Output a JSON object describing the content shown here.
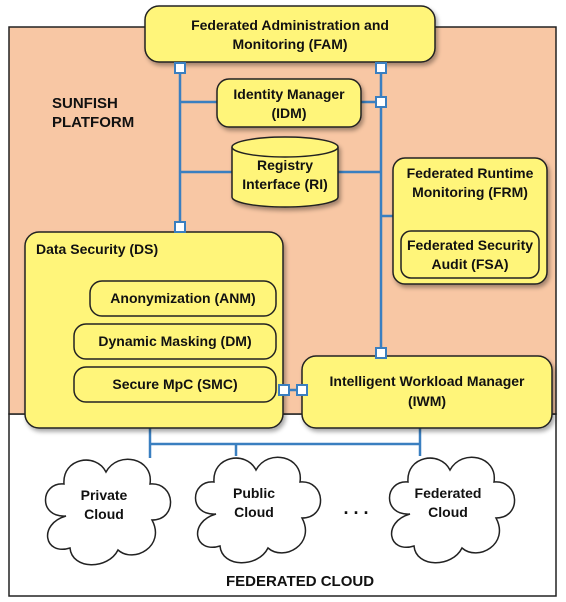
{
  "platform_label": {
    "line1": "SUNFISH",
    "line2": "PLATFORM"
  },
  "federated_cloud_label": "FEDERATED CLOUD",
  "fam": {
    "line1": "Federated Administration and",
    "line2": "Monitoring (FAM)"
  },
  "idm": {
    "line1": "Identity Manager",
    "line2": "(IDM)"
  },
  "ri": {
    "line1": "Registry",
    "line2": "Interface (RI)"
  },
  "frm": {
    "line1": "Federated Runtime",
    "line2": "Monitoring (FRM)"
  },
  "fsa": {
    "line1": "Federated Security",
    "line2": "Audit (FSA)"
  },
  "ds": {
    "title": "Data Security (DS)"
  },
  "anm": "Anonymization (ANM)",
  "dm": "Dynamic Masking (DM)",
  "smc": "Secure MpC (SMC)",
  "iwm": {
    "line1": "Intelligent Workload Manager",
    "line2": "(IWM)"
  },
  "clouds": {
    "private": {
      "line1": "Private",
      "line2": "Cloud"
    },
    "public": {
      "line1": "Public",
      "line2": "Cloud"
    },
    "federated": {
      "line1": "Federated",
      "line2": "Cloud"
    },
    "ellipsis": ". . ."
  },
  "colors": {
    "platform_bg": "#F8C7A4",
    "box_fill": "#FFF57A",
    "connector": "#3A7FC0",
    "border": "#222222"
  }
}
